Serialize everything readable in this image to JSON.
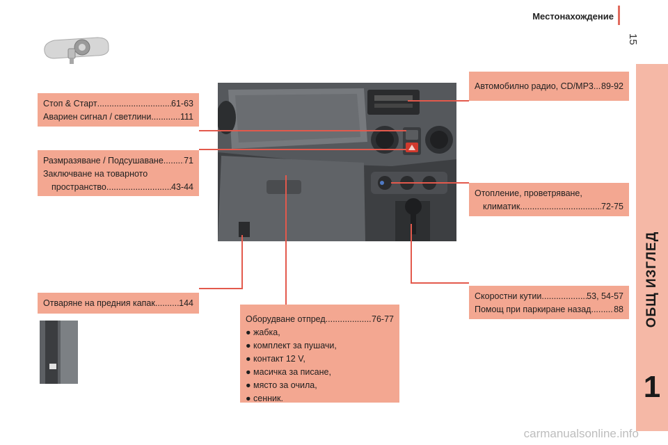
{
  "header": {
    "title": "Местонахождение",
    "page_number": "15"
  },
  "side_tab": {
    "label": "ОБЩ ИЗГЛЕД",
    "chapter": "1"
  },
  "callouts": {
    "stop_start": {
      "label": "Стоп & Старт",
      "pages": "61-63"
    },
    "hazard": {
      "label": "Авариен сигнал / светлини",
      "pages": "111"
    },
    "defrost": {
      "label": "Размразяване / Подсушаване",
      "pages": "71"
    },
    "lock_line1": "Заключване на товарното",
    "lock_line2": "пространство",
    "lock_pages": "43-44",
    "bonnet": {
      "label": "Отваряне на предния капак",
      "pages": "144"
    },
    "radio": {
      "label": "Автомобилно радио, CD/MP3",
      "pages": "89-92"
    },
    "heating_line1": "Отопление, проветряване,",
    "heating_line2": "климатик",
    "heating_pages": "72-75",
    "gearbox": {
      "label": "Скоростни кутии",
      "pages": "53, 54-57"
    },
    "parking": {
      "label": "Помощ при паркиране назад",
      "pages": "88"
    },
    "equipment": {
      "title": "Оборудване отпред",
      "pages": "76-77",
      "items": [
        "● жабка,",
        "● комплект за пушачи,",
        "● контакт 12 V,",
        "● масичка за писане,",
        "● място за очила,",
        "● сенник."
      ]
    }
  },
  "watermark": "carmanualsonline.info",
  "colors": {
    "callout_bg": "#f3a791",
    "accent": "#e3594c",
    "side_tab": "#f5b8a6"
  }
}
